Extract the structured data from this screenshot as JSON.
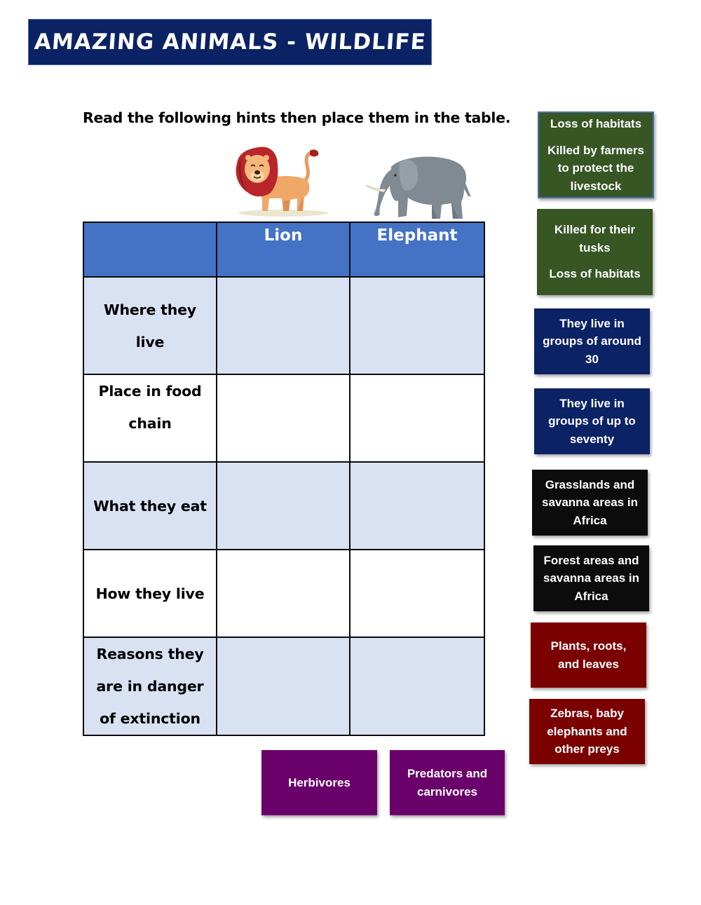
{
  "header": {
    "title": "AMAZING ANIMALS - WILDLIFE"
  },
  "instruction": "Read the following hints then place them in the table.",
  "images": {
    "lion": "lion-illustration",
    "elephant": "elephant-illustration"
  },
  "table": {
    "columns": [
      "",
      "Lion",
      "Elephant"
    ],
    "rows": [
      {
        "label_lines": [
          "Where they",
          "live"
        ],
        "lion": "",
        "elephant": ""
      },
      {
        "label_lines": [
          "Place in food",
          "chain"
        ],
        "lion": "",
        "elephant": ""
      },
      {
        "label_lines": [
          "What they eat"
        ],
        "lion": "",
        "elephant": ""
      },
      {
        "label_lines": [
          "How they live"
        ],
        "lion": "",
        "elephant": ""
      },
      {
        "label_lines": [
          "Reasons they",
          "are in danger",
          "of extinction"
        ],
        "lion": "",
        "elephant": ""
      }
    ]
  },
  "cards": [
    {
      "id": "card-lion-danger",
      "color": "#375623",
      "lines": [
        "Loss of habitats",
        "",
        "Killed by farmers",
        "to protect the",
        "livestock"
      ]
    },
    {
      "id": "card-elephant-danger",
      "color": "#375623",
      "lines": [
        "Killed for their",
        "tusks",
        "",
        "Loss of habitats"
      ]
    },
    {
      "id": "card-groups-30",
      "color": "#0b2265",
      "lines": [
        "They live in",
        "groups of around",
        "30"
      ]
    },
    {
      "id": "card-groups-seventy",
      "color": "#0b2265",
      "lines": [
        "They live in",
        "groups of up to",
        "seventy"
      ]
    },
    {
      "id": "card-grasslands",
      "color": "#0c0c0c",
      "lines": [
        "Grasslands and",
        "savanna areas in",
        "Africa"
      ]
    },
    {
      "id": "card-forest",
      "color": "#0c0c0c",
      "lines": [
        "Forest areas and",
        "savanna areas in",
        "Africa"
      ]
    },
    {
      "id": "card-plants",
      "color": "#7b0000",
      "lines": [
        "Plants, roots,",
        "and leaves"
      ]
    },
    {
      "id": "card-zebras",
      "color": "#7b0000",
      "lines": [
        "Zebras, baby",
        "elephants and",
        "other preys"
      ]
    },
    {
      "id": "card-herbivores",
      "color": "#6a006a",
      "lines": [
        "Herbivores"
      ]
    },
    {
      "id": "card-predators",
      "color": "#6a006a",
      "lines": [
        "Predators and",
        "carnivores"
      ]
    }
  ]
}
